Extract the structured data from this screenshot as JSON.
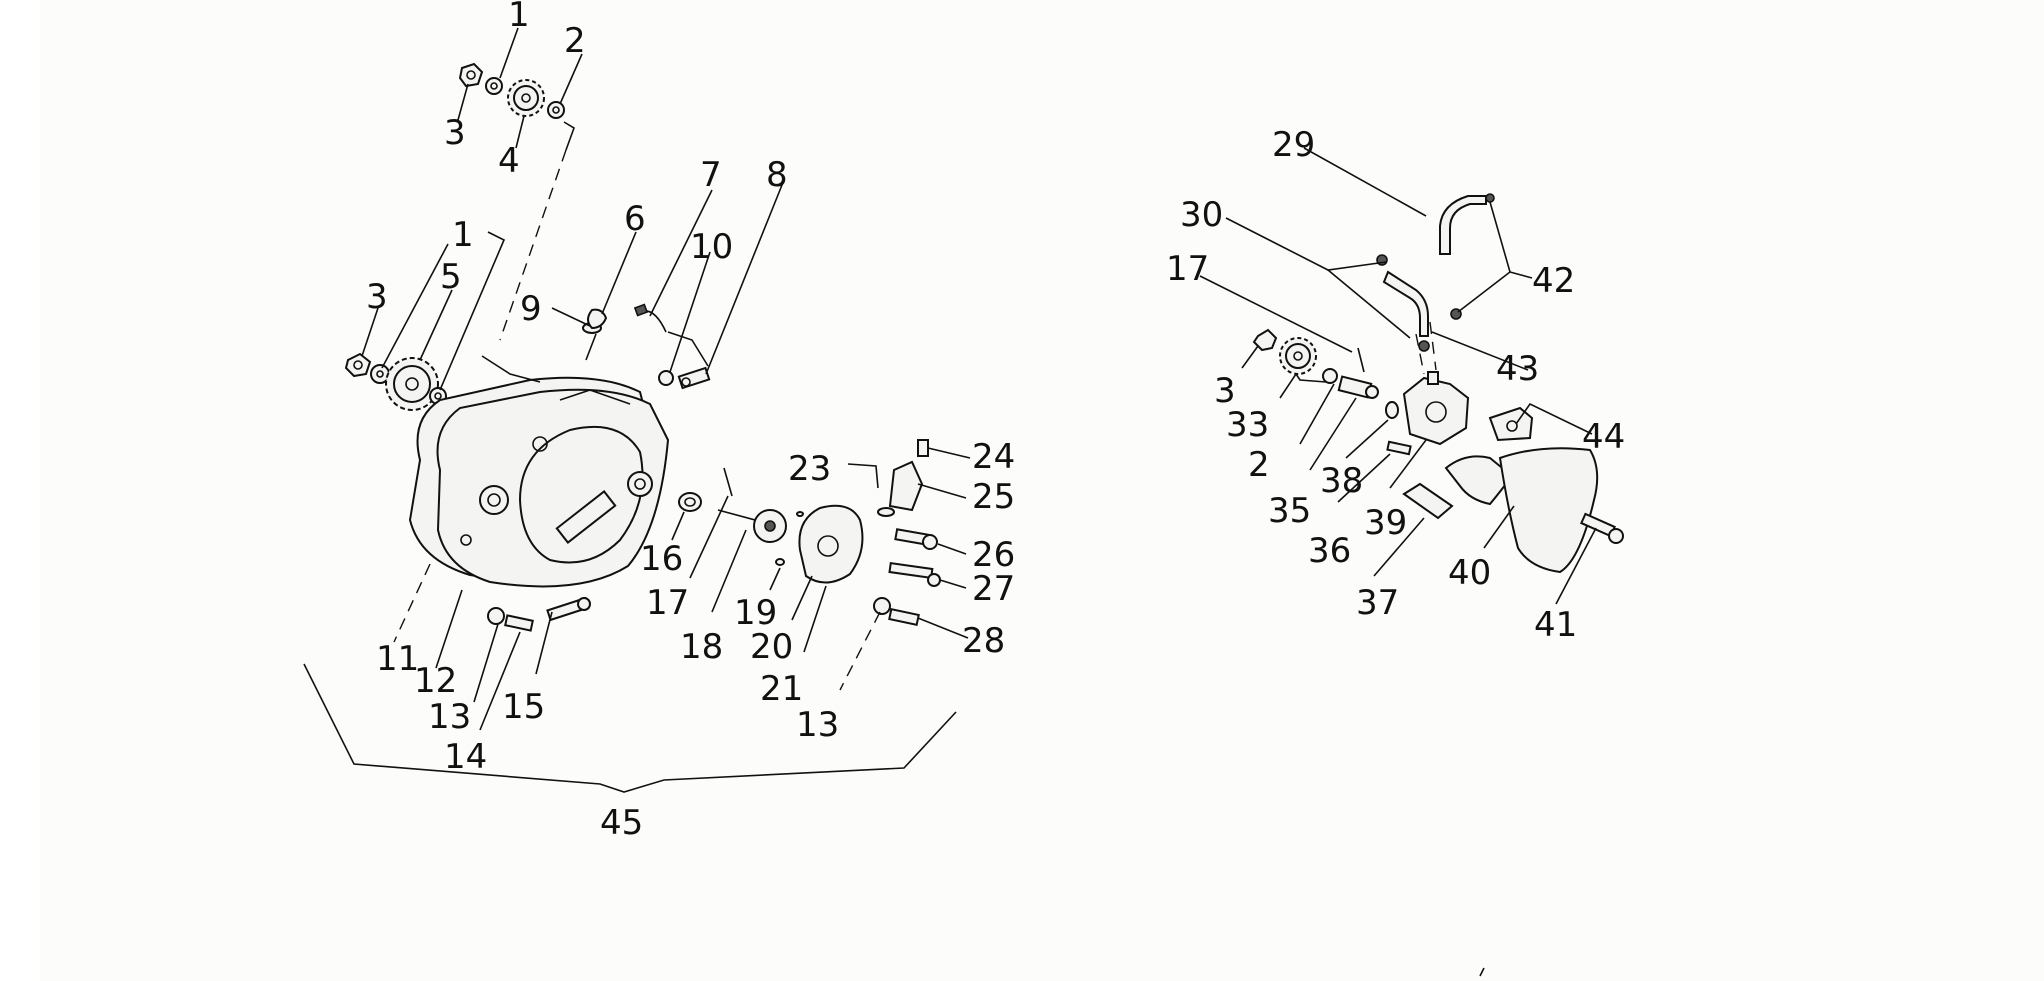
{
  "labels": {
    "l1a": "1",
    "l2a": "2",
    "l3a": "3",
    "l4": "4",
    "l1b": "1",
    "l3b": "3",
    "l5": "5",
    "l6": "6",
    "l7": "7",
    "l8": "8",
    "l9": "9",
    "l10": "10",
    "l11": "11",
    "l12": "12",
    "l13a": "13",
    "l14": "14",
    "l15": "15",
    "l16": "16",
    "l17a": "17",
    "l18": "18",
    "l19": "19",
    "l20": "20",
    "l21": "21",
    "l13b": "13",
    "l23": "23",
    "l24": "24",
    "l25": "25",
    "l26": "26",
    "l27": "27",
    "l28": "28",
    "l45": "45",
    "l29": "29",
    "l30": "30",
    "l17b": "17",
    "l3c": "3",
    "l33": "33",
    "l2b": "2",
    "l35": "35",
    "l36": "36",
    "l37": "37",
    "l38": "38",
    "l39": "39",
    "l40": "40",
    "l41": "41",
    "l42": "42",
    "l43": "43",
    "l44": "44"
  },
  "colors": {
    "ink": "#111111",
    "background": "#fcfcfb"
  }
}
